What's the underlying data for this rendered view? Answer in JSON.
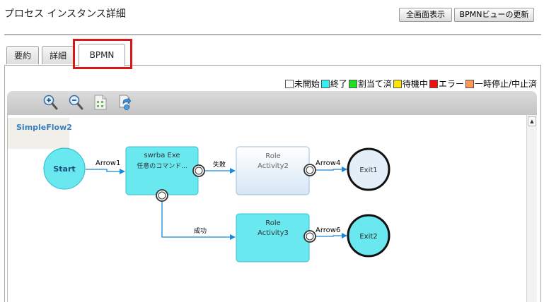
{
  "page": {
    "title": "プロセス インスタンス詳細"
  },
  "header_buttons": {
    "fullscreen": "全画面表示",
    "update_view": "BPMNビューの更新"
  },
  "tabs": [
    {
      "label": "要約",
      "active": false
    },
    {
      "label": "詳細",
      "active": false
    },
    {
      "label": "BPMN",
      "active": true
    }
  ],
  "legend": [
    {
      "label": "未開始",
      "color": "#ffffff"
    },
    {
      "label": "終了",
      "color": "#33f0f0"
    },
    {
      "label": "割当て済",
      "color": "#22dd22"
    },
    {
      "label": "待機中",
      "color": "#ffe600"
    },
    {
      "label": "エラー",
      "color": "#ee1111"
    },
    {
      "label": "一時停止/中止済",
      "color": "#ff9a55"
    }
  ],
  "toolbar": {
    "icons": [
      "zoom-in-icon",
      "zoom-out-icon",
      "fit-to-page-icon",
      "export-icon"
    ]
  },
  "diagram": {
    "flow_name": "SimpleFlow2",
    "start": "Start",
    "task1": {
      "line1": "swrba Exe",
      "line2": "任意のコマンド..."
    },
    "task2": {
      "line1": "Role",
      "line2": "Activity2"
    },
    "task3": {
      "line1": "Role",
      "line2": "Activity3"
    },
    "exit1": "Exit1",
    "exit2": "Exit2",
    "arrows": {
      "arrow1": "Arrow1",
      "fail": "失敗",
      "success": "成功",
      "arrow4": "Arrow4",
      "arrow6": "Arrow6"
    }
  },
  "colors": {
    "completed": "#69e8f0",
    "not_started": "#e4eef8",
    "highlight": "#d81818",
    "connector": "#1a88d8"
  }
}
